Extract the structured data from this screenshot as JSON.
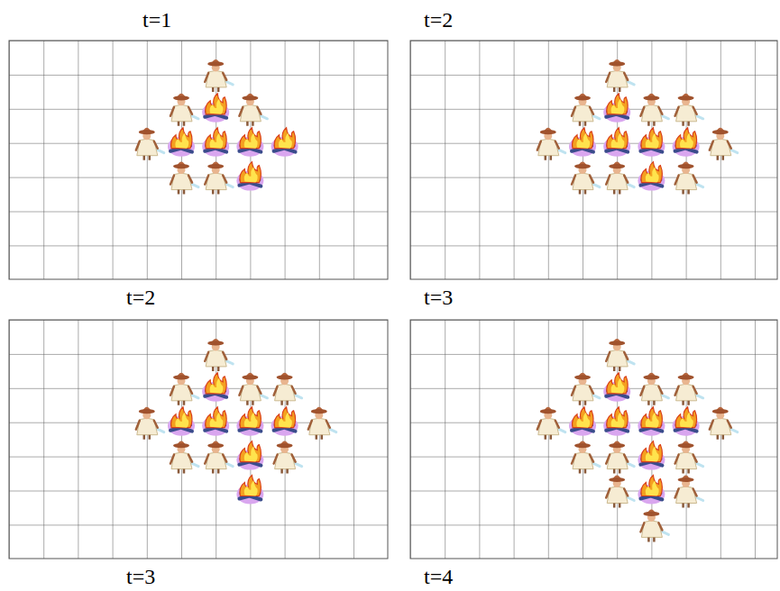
{
  "diagram": {
    "labels": [
      "t=1",
      "t=2",
      "t=2",
      "t=3",
      "t=3",
      "t=4"
    ]
  }
}
